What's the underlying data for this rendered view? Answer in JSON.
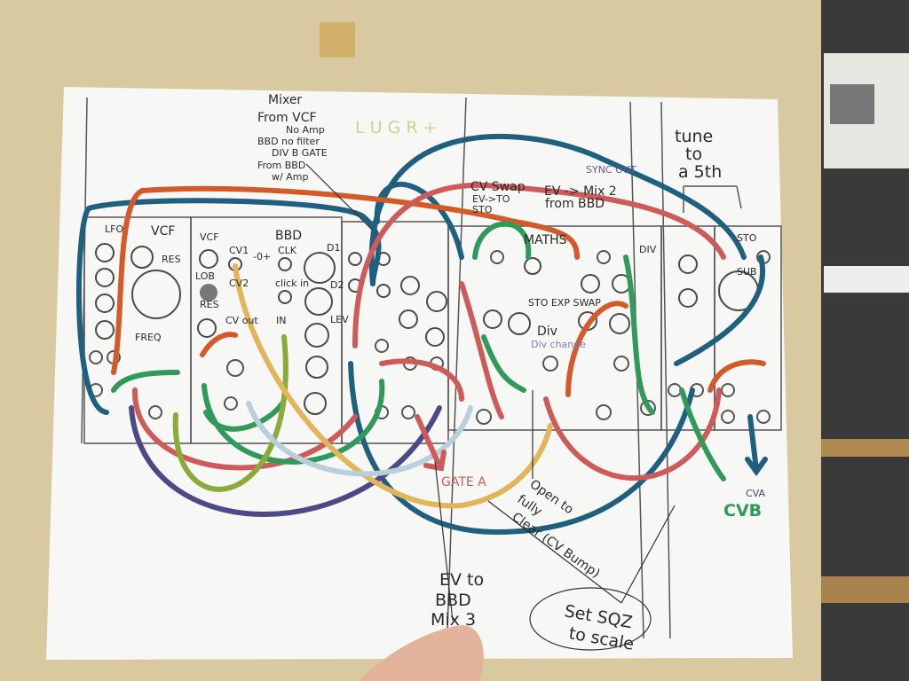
{
  "notes": {
    "mixer_title": "Mixer",
    "mixer_opt1": "From VCF",
    "mixer_opt1b": "No Amp",
    "mixer_opt2": "BBD no filter",
    "mixer_opt2b": "DIV B GATE",
    "mixer_opt3": "From BBD",
    "mixer_opt3b": "w/ Amp",
    "faint_header": "L U G R +",
    "cv_swap": "CV Swap",
    "ev_to_sto": "EV->TO",
    "sto": "STO",
    "ev_mix2": "EV -> Mix 2",
    "from_bbd": "from BBD",
    "sync_out": "SYNC OUT",
    "tune1": "tune",
    "tune2": "to",
    "tune3": "a 5th",
    "gate_a": "GATE A",
    "open1": "Open to",
    "open2": "fully",
    "open3": "Clear (CV Bump)",
    "ev_bbd1": "EV to",
    "ev_bbd2": "BBD",
    "ev_bbd3": "Mix 3",
    "sqz1": "Set SQZ",
    "sqz2": "to scale",
    "cv_b": "CVB",
    "cv_a": "CVA",
    "sto_exp_swap": "STO EXP SWAP",
    "div": "Div",
    "div_change": "Div change"
  },
  "modules": {
    "lfo": "LFO",
    "vcf": "VCF",
    "res": "RES",
    "freq": "FREQ",
    "vcf2": "VCF",
    "lob": "LOB",
    "res2": "RES",
    "bbd": "BBD",
    "cv1": "CV1",
    "zero": "-0+",
    "clk": "CLK",
    "cv2": "CV2",
    "click_in": "click in",
    "cv_out": "CV out",
    "in": "IN",
    "d1": "D1",
    "d2": "D2",
    "lev": "LEV",
    "maths": "MATHS",
    "div_label": "DIV",
    "sto_module": "STO",
    "sub": "SUB"
  },
  "colors": {
    "blue": "#1f5f7f",
    "orange": "#d45a2a",
    "red": "#cf5a5a",
    "green": "#2f9a5a",
    "lime": "#8aab3a",
    "purple": "#4b4a86",
    "yellow": "#e3b45a",
    "lightblue": "#b9cfdc"
  }
}
